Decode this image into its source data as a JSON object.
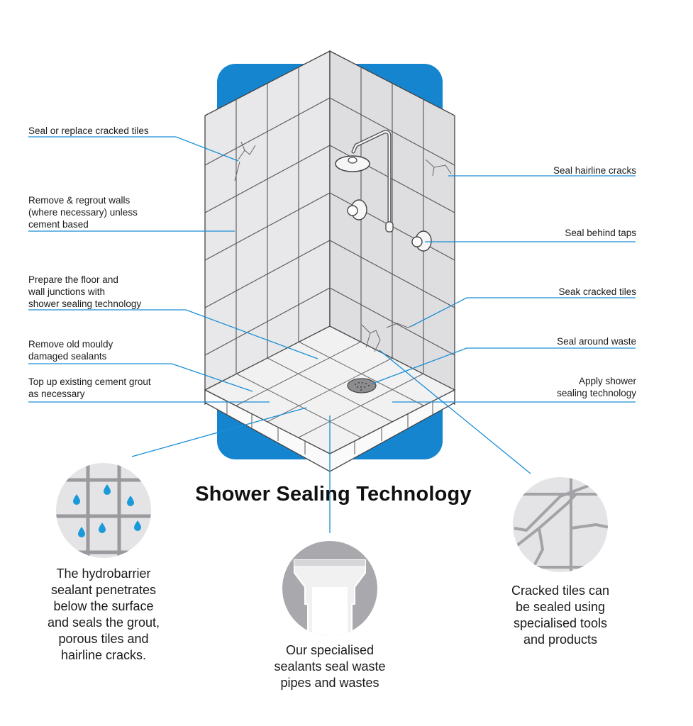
{
  "title": "Shower Sealing Technology",
  "left_labels": [
    {
      "text": "Seal or replace cracked tiles"
    },
    {
      "text": "Remove & regrout walls\n(where necessary) unless\ncement based"
    },
    {
      "text": "Prepare the floor and\nwall junctions with\nshower sealing technology"
    },
    {
      "text": "Remove old mouldy\ndamaged sealants"
    },
    {
      "text": "Top up existing cement grout\nas necessary"
    }
  ],
  "right_labels": [
    {
      "text": "Seal hairline cracks"
    },
    {
      "text": "Seal behind taps"
    },
    {
      "text": "Seak cracked tiles"
    },
    {
      "text": "Seal around waste"
    },
    {
      "text": "Apply shower\nsealing technology"
    }
  ],
  "captions": [
    {
      "text": "The hydrobarrier\nsealant penetrates\nbelow the surface\nand seals the grout,\nporous tiles and\nhairline cracks."
    },
    {
      "text": "Our specialised\nsealants seal waste\npipes and wastes"
    },
    {
      "text": "Cracked tiles can\nbe sealed using\nspecialised tools\nand products"
    }
  ],
  "colors": {
    "accent_blue": "#1585cf",
    "leader_line": "#1a8fd6",
    "tile_fill": "#e6e6e8",
    "grout": "#4a4a4a",
    "circle_fill": "#e4e4e6",
    "drop": "#1a9ad9"
  },
  "icons": [
    "shower-head-icon",
    "tap-icon",
    "drain-icon",
    "water-drop-icon",
    "waste-pipe-icon",
    "cracked-tile-icon"
  ]
}
